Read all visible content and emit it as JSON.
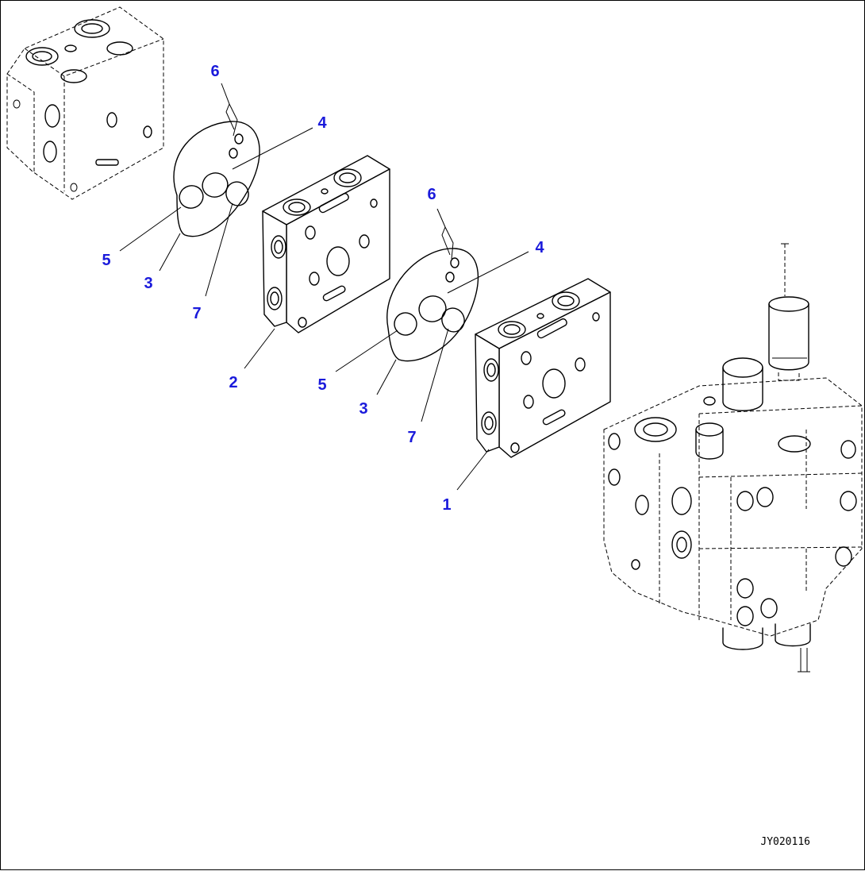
{
  "callouts": [
    {
      "id": "c6a",
      "text": "6"
    },
    {
      "id": "c4a",
      "text": "4"
    },
    {
      "id": "c5a",
      "text": "5"
    },
    {
      "id": "c3a",
      "text": "3"
    },
    {
      "id": "c7a",
      "text": "7"
    },
    {
      "id": "c2",
      "text": "2"
    },
    {
      "id": "c6b",
      "text": "6"
    },
    {
      "id": "c4b",
      "text": "4"
    },
    {
      "id": "c5b",
      "text": "5"
    },
    {
      "id": "c3b",
      "text": "3"
    },
    {
      "id": "c7b",
      "text": "7"
    },
    {
      "id": "c1",
      "text": "1"
    }
  ],
  "reference_code": "JY020116"
}
